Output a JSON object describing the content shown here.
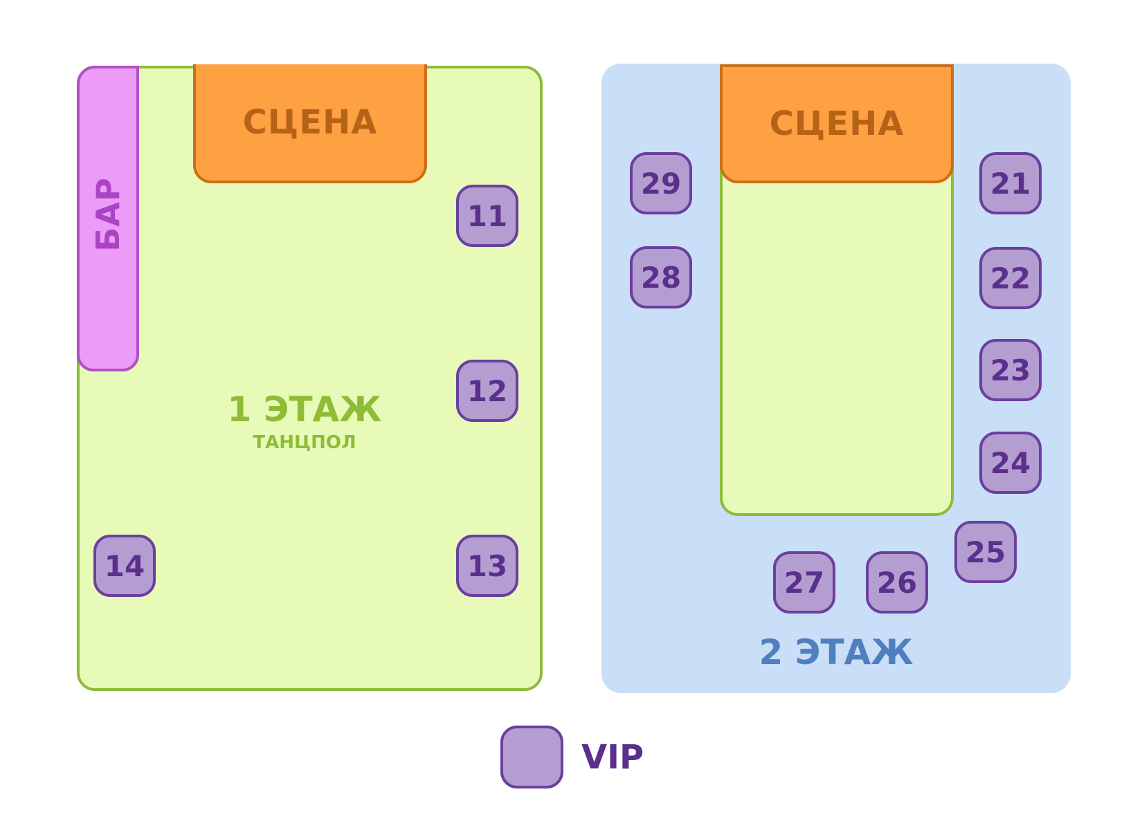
{
  "floor1": {
    "title": "1 ЭТАЖ",
    "subtitle": "ТАНЦПОЛ",
    "stage_label": "СЦЕНА",
    "bar_label": "БАР",
    "tables": [
      "11",
      "12",
      "13",
      "14"
    ]
  },
  "floor2": {
    "title": "2 ЭТАЖ",
    "stage_label": "СЦЕНА",
    "tables": [
      "21",
      "22",
      "23",
      "24",
      "25",
      "26",
      "27",
      "28",
      "29"
    ]
  },
  "legend": {
    "label": "VIP"
  },
  "colors": {
    "floor1_fill": "#e8fab8",
    "floor2_fill": "#c8dff7",
    "stage": "#fea143",
    "bar": "#eb9cf6",
    "vip_table": "#b49ed1"
  }
}
